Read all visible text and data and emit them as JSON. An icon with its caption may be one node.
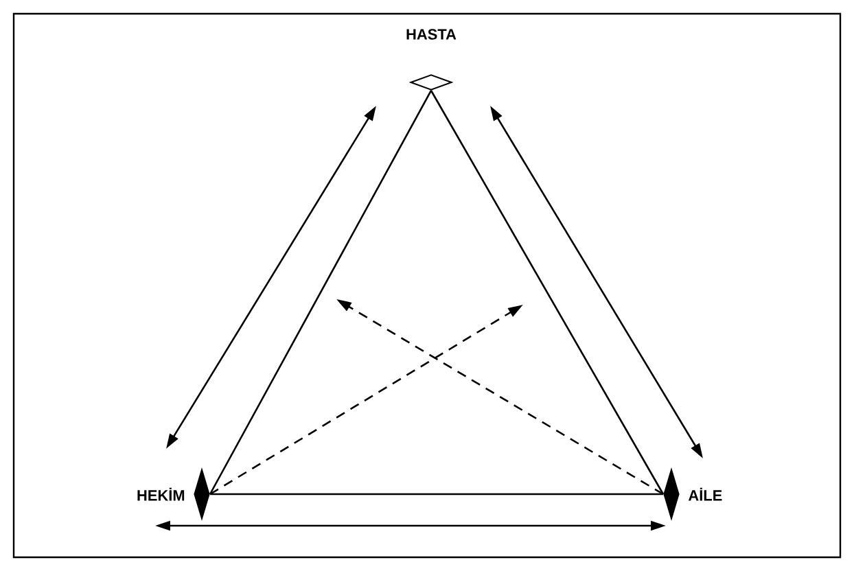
{
  "diagram": {
    "nodes": [
      {
        "text": [],
        "shape": "diamond",
        "beside": [
          "HASTA"
        ]
      },
      {
        "text": [],
        "shape": "diamond",
        "beside": [
          "HEKİM"
        ]
      },
      {
        "text": [],
        "shape": "diamond",
        "beside": [
          "AİLE"
        ]
      }
    ],
    "edges": [
      {
        "from": 0,
        "to": 1,
        "arrow": "none"
      },
      {
        "from": 0,
        "to": 2,
        "arrow": "none"
      },
      {
        "from": 1,
        "to": 2,
        "arrow": "none"
      },
      {
        "from": 0,
        "to": 1,
        "arrow": "both"
      },
      {
        "from": 0,
        "to": 2,
        "arrow": "both"
      },
      {
        "from": 1,
        "to": 2,
        "arrow": "both"
      },
      {
        "from": 1,
        "to": null,
        "arrow": "to",
        "style": "dashed"
      },
      {
        "from": 2,
        "to": null,
        "arrow": "to",
        "style": "dashed"
      }
    ]
  }
}
